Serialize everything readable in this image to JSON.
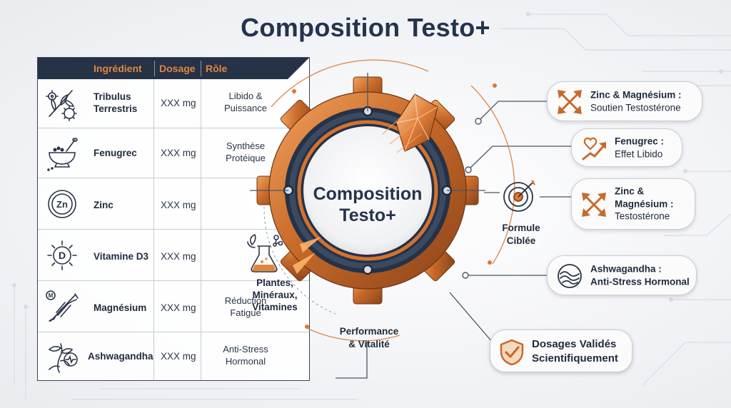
{
  "title": "Composition Testo+",
  "table": {
    "headers": [
      "Ingrédient",
      "Dosage",
      "Rôle"
    ],
    "rows": [
      {
        "name": "Tribulus\nTerrestris",
        "dosage": "XXX mg",
        "role": "Libido &\nPuissance",
        "icon": "tribulus-plant-icon"
      },
      {
        "name": "Fenugrec",
        "dosage": "XXX mg",
        "role": "Synthèse\nProtéique",
        "icon": "mortar-seeds-icon"
      },
      {
        "name": "Zinc",
        "dosage": "XXX mg",
        "role": "",
        "icon": "zinc-element-icon",
        "symbol": "Zn"
      },
      {
        "name": "Vitamine D3",
        "dosage": "XXX mg",
        "role": "",
        "icon": "sun-vitamin-d-icon",
        "symbol": "D"
      },
      {
        "name": "Magnésium",
        "dosage": "XXX mg",
        "role": "Réduction\nFatigue",
        "icon": "muscle-magnesium-icon",
        "symbol": "M"
      },
      {
        "name": "Ashwagandha",
        "dosage": "XXX mg",
        "role": "Anti-Stress\nHormonal",
        "icon": "ashwagandha-root-icon"
      }
    ],
    "category": "Plantes,\nMinéraux,\nVitamines"
  },
  "center": {
    "title": "Composition\nTesto+",
    "bottom_label": "Performance\n& Vitalité",
    "target_label": "Formule\nCiblée"
  },
  "cards": [
    {
      "title": "Zinc & Magnésium :",
      "subtitle": "Soutien Testostérone",
      "icon": "cross-arrows-icon"
    },
    {
      "title": "Fenugrec :",
      "subtitle": "Effet Libido",
      "icon": "heart-growth-icon"
    },
    {
      "title": "Zinc &\nMagnésium :",
      "subtitle": "Testostérone",
      "icon": "cross-arrows-icon"
    },
    {
      "title": "Ashwagandha :",
      "subtitle": "Anti-Stress Hormonal",
      "icon": "calm-waves-icon"
    }
  ],
  "badge": {
    "text": "Dosages Validés\nScientifiquement",
    "icon": "shield-check-icon"
  },
  "colors": {
    "accent": "#d97a35",
    "navy": "#263246",
    "text": "#1f2a3c"
  }
}
